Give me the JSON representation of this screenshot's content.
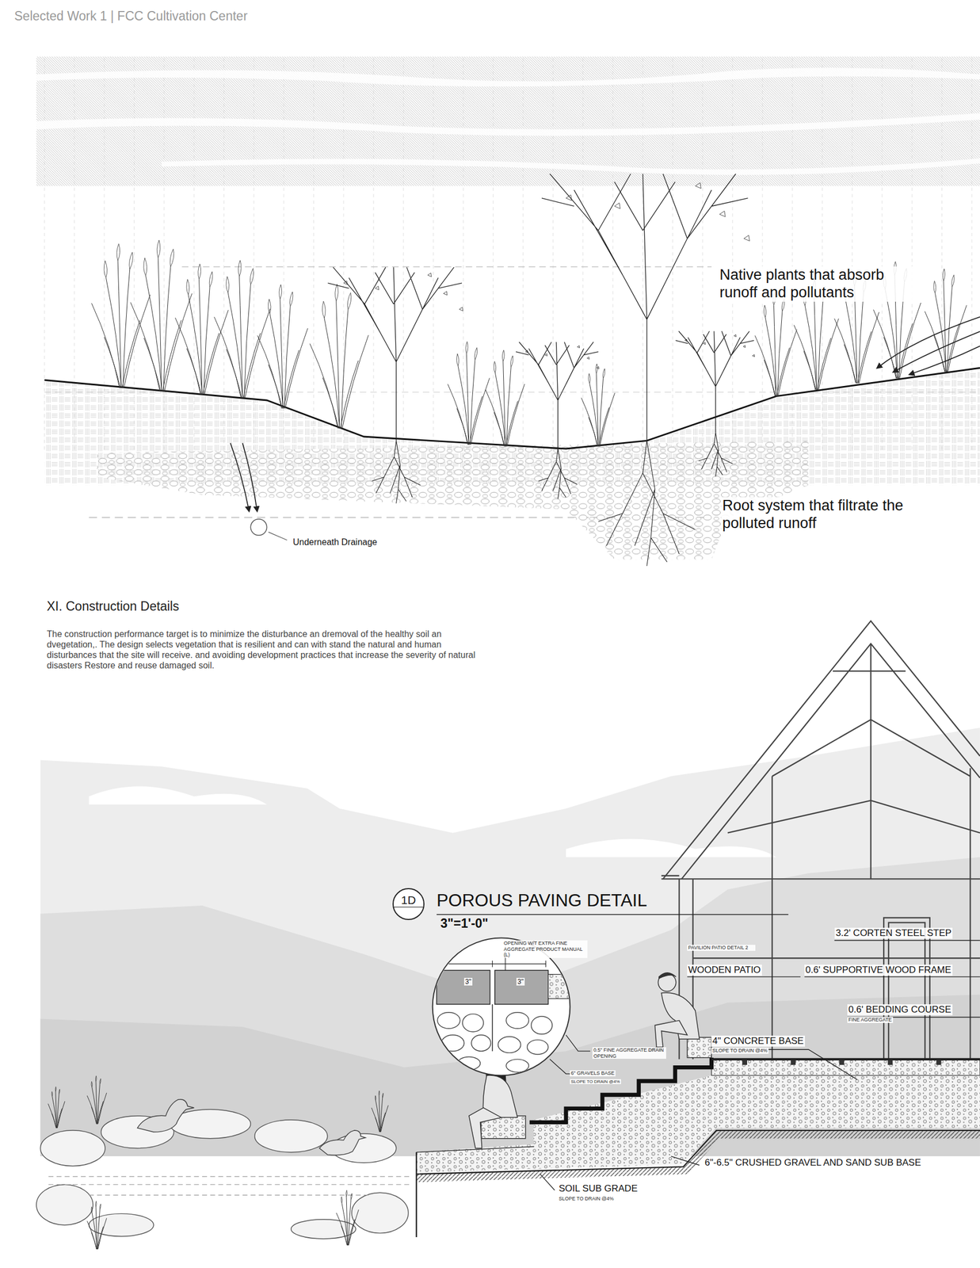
{
  "diagram": {
    "title": "XI. Construction Details",
    "nodes": [
      {
        "text": [
          "1D"
        ]
      }
    ],
    "labels": [
      "Selected Work 1 | FCC Cultivation Center",
      "Native plants that absorb runoff and pollutants",
      "Root system that filtrate the polluted runoff",
      "Underneath Drainage",
      "The construction performance target is to minimize the disturbance an dremoval of the healthy soil an dvegetation,. The design selects vegetation that is resilient and can with stand the natural and human disturbances that the site will receive. and avoiding development practices that increase the severity of natural disasters Restore and reuse damaged soil.",
      "POROUS PAVING DETAIL",
      "3\"=1'-0\"",
      "OPENING W/T EXTRA FINE AGGREGATE PRODUCT MANUAL (L)",
      "3\"",
      "3\"",
      "0.5\" FINE AGGREGATE DRAIN OPENING",
      "6\" GRAVELS BASE",
      "SLOPE TO DRAIN @4%",
      "PAVILION PATIO DETAIL 2",
      "WOODEN PATIO",
      "3.2' CORTEN STEEL STEP",
      "0.6' SUPPORTIVE WOOD FRAME",
      "0.6' BEDDING COURSE",
      "FINE AGGREGATE",
      "4\" CONCRETE BASE",
      "SLOPE TO DRAIN @4%",
      "6\"-6.5\" CRUSHED GRAVEL AND SAND SUB BASE",
      "SOIL SUB GRADE",
      "SLOPE TO DRAIN @4%"
    ]
  }
}
